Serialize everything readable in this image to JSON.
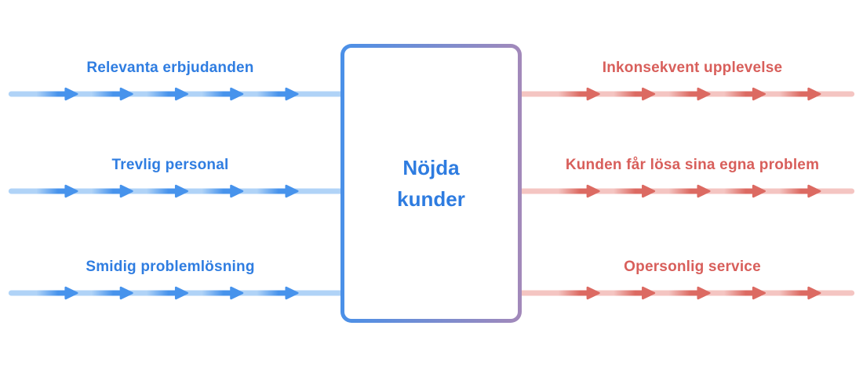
{
  "diagram": {
    "center_box": {
      "title": "Nöjda\nkunder"
    },
    "inputs": [
      {
        "label": "Relevanta erbjudanden"
      },
      {
        "label": "Trevlig personal"
      },
      {
        "label": "Smidig problemlösning"
      }
    ],
    "outputs": [
      {
        "label": "Inkonsekvent upplevelse"
      },
      {
        "label": "Kunden får lösa sina egna problem"
      },
      {
        "label": "Opersonlig service"
      }
    ],
    "arrows_per_line": 5,
    "colors": {
      "background": "#ffffff",
      "input_arrow_dark": "#4793ec",
      "input_arrow_light": "#b0d3f7",
      "input_label": "#2f7de1",
      "output_arrow_dark": "#dc6a62",
      "output_arrow_light": "#f4c5c2",
      "output_label": "#d85f5b",
      "box_border_left": "#4a90e8",
      "box_border_right": "#a389ba",
      "box_title": "#2e7ce0"
    }
  }
}
